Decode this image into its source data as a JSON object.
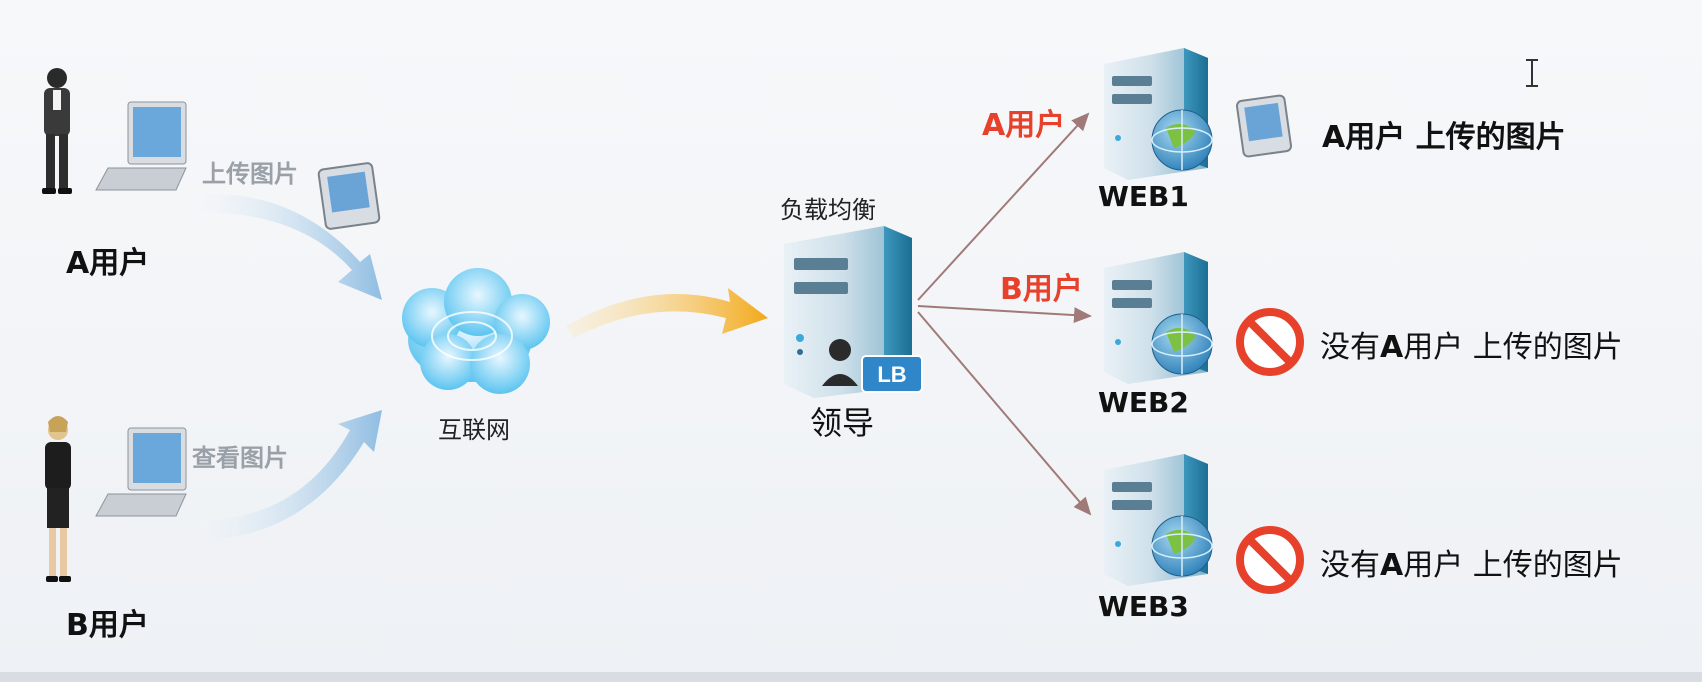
{
  "left": {
    "user_a": "A用户",
    "user_b": "B用户",
    "upload": "上传图片",
    "view": "查看图片",
    "internet": "互联网"
  },
  "center": {
    "lb_caption": "负载均衡",
    "lb_badge": "LB",
    "leader": "领导"
  },
  "routes": {
    "a_user": "A用户",
    "b_user": "B用户"
  },
  "servers": [
    {
      "name": "WEB1",
      "result": "A用户 上传的图片",
      "icon": "image-icon"
    },
    {
      "name": "WEB2",
      "result_prefix": "没有",
      "result_bold": "A",
      "result_rest": "用户 上传的图片",
      "icon": "prohibited-icon"
    },
    {
      "name": "WEB3",
      "result_prefix": "没有",
      "result_bold": "A",
      "result_rest": "用户 上传的图片",
      "icon": "prohibited-icon"
    }
  ],
  "colors": {
    "accent_red": "#e8412b",
    "arrow_blue": "#9cc3e6",
    "arrow_orange": "#f5b52e",
    "server_blue": "#4aa7c9"
  }
}
